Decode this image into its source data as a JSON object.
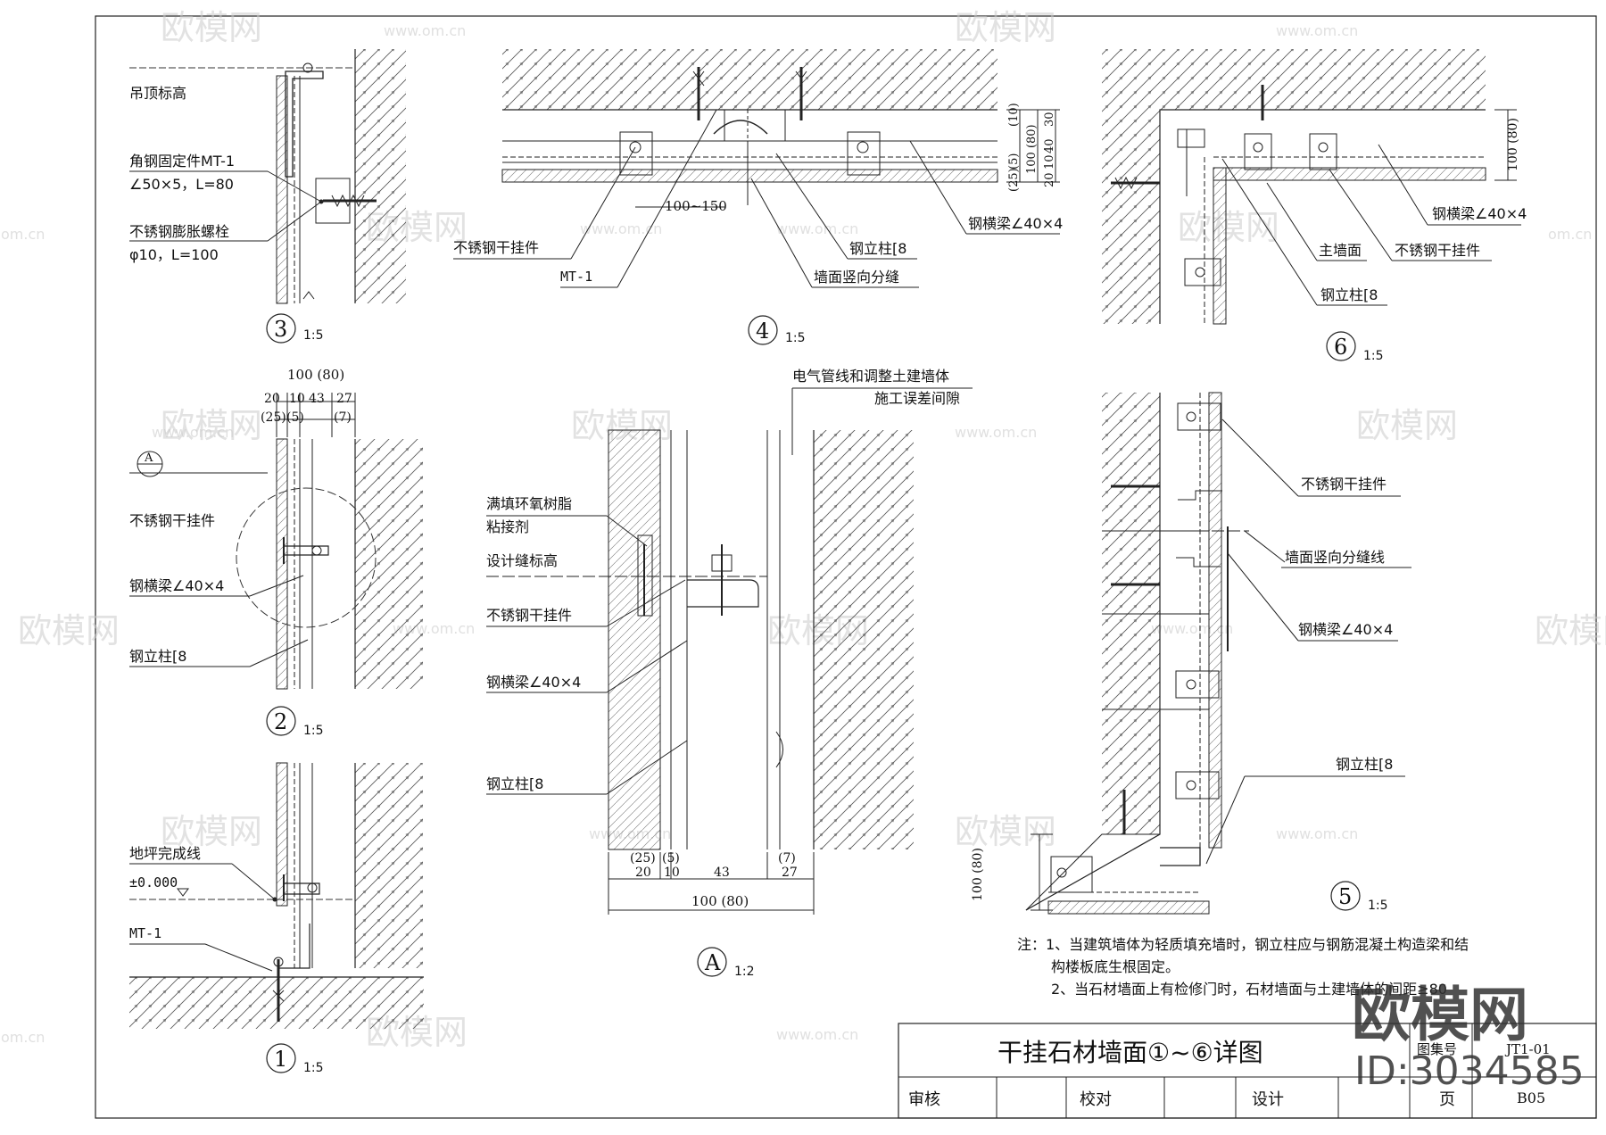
{
  "watermark": {
    "brand": "欧模网",
    "url": "www.om.cn",
    "url_partial": "om.cn"
  },
  "brand_overlay": {
    "name": "欧模网",
    "id": "ID:3034585"
  },
  "detail3": {
    "num": "3",
    "scale": "1:5",
    "labels": [
      "吊顶标高",
      "角钢固定件MT-1",
      "∠50×5，L=80",
      "不锈钢膨胀螺栓",
      "φ10，L=100"
    ]
  },
  "detail4": {
    "num": "4",
    "scale": "1:5",
    "labels": [
      "不锈钢干挂件",
      "MT-1",
      "钢立柱[8",
      "墙面竖向分缝",
      "钢横梁∠40×4"
    ],
    "dim_gap": "100~150",
    "dims_v": [
      "(10)",
      "30",
      "40",
      "10",
      "(5)",
      "20",
      "(25)",
      "100 (80)"
    ]
  },
  "detail6": {
    "num": "6",
    "scale": "1:5",
    "labels": [
      "钢横梁∠40×4",
      "主墙面",
      "不锈钢干挂件",
      "钢立柱[8"
    ],
    "dim": "100 (80)"
  },
  "detail2": {
    "num": "2",
    "scale": "1:5",
    "callout": "A",
    "labels": [
      "不锈钢干挂件",
      "钢横梁∠40×4",
      "钢立柱[8"
    ],
    "dim_total": "100 (80)",
    "dims_top": [
      "20",
      "10",
      "43",
      "27"
    ],
    "dims_top2": [
      "(25)",
      "(5)",
      "(7)"
    ]
  },
  "detailA": {
    "num": "A",
    "scale": "1:2",
    "labels": [
      "电气管线和调整土建墙体",
      "施工误差间隙",
      "满填环氧树脂",
      "粘接剂",
      "设计缝标高",
      "不锈钢干挂件",
      "钢横梁∠40×4",
      "钢立柱[8"
    ],
    "dims_bottom": [
      "(25)",
      "(5)",
      "(7)",
      "20",
      "10",
      "43",
      "27"
    ],
    "dim_total": "100 (80)"
  },
  "detail5": {
    "num": "5",
    "scale": "1:5",
    "labels": [
      "不锈钢干挂件",
      "墙面竖向分缝线",
      "钢横梁∠40×4",
      "钢立柱[8"
    ],
    "dim": "100 (80)"
  },
  "detail1": {
    "num": "1",
    "scale": "1:5",
    "labels": [
      "地坪完成线",
      "±0.000",
      "MT-1"
    ]
  },
  "notes": {
    "line1": "注：1、当建筑墙体为轻质填充墙时，钢立柱应与钢筋混凝土构造梁和结",
    "line2": "构楼板底生根固定。",
    "line3": "2、当石材墙面上有检修门时，石材墙面与土建墙体的间距≥80"
  },
  "title_block": {
    "title": "干挂石材墙面①~⑥详图",
    "atlas_label": "图集号",
    "atlas_value": "JT1-01",
    "review": "审核",
    "check": "校对",
    "design": "设计",
    "page_label": "页",
    "page_value": "B05"
  }
}
